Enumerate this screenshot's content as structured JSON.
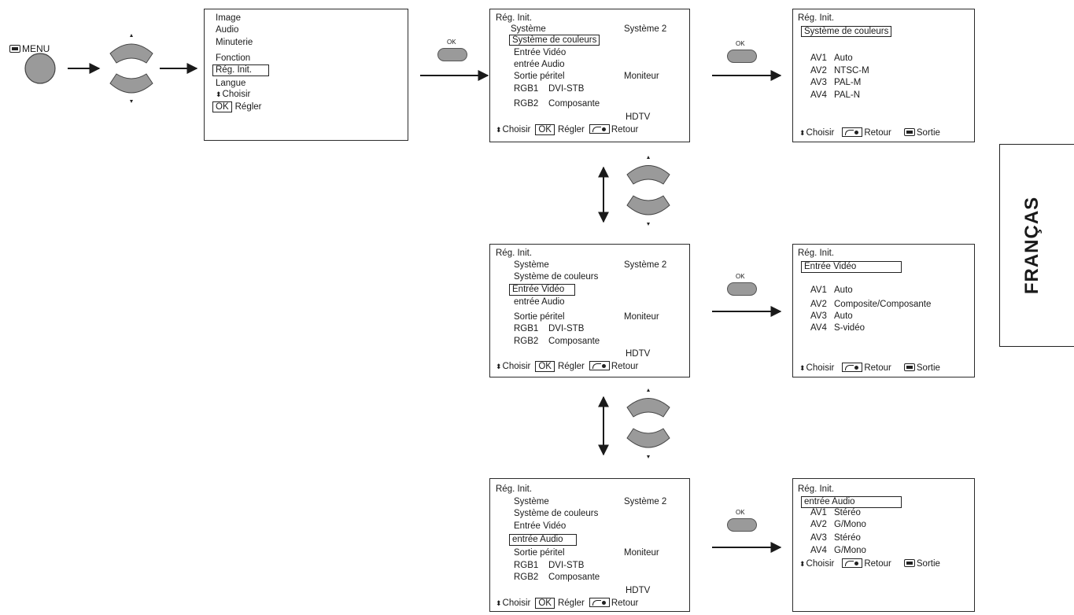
{
  "start": {
    "menu_label": "MENU",
    "icon": "menu-icon"
  },
  "ok_label": "OK",
  "main_menu": {
    "items": [
      "Image",
      "Audio",
      "Minuterie",
      "Fonction",
      "Rég. Init.",
      "Langue"
    ],
    "choose": "Choisir",
    "ok": "OK",
    "adjust": "Régler"
  },
  "init_menu": {
    "title": "Rég. Init.",
    "systeme": "Système",
    "systeme_value": "Système 2",
    "couleurs": "Système de couleurs",
    "entree_video": "Entrée Vidéo",
    "entree_audio": "entrée Audio",
    "sortie": "Sortie péritel",
    "sortie_value": "Moniteur",
    "rgb1": "RGB1",
    "rgb1_value": "DVI-STB",
    "rgb2": "RGB2",
    "rgb2_value": "Composante",
    "hdtv": "HDTV",
    "choose": "Choisir",
    "ok": "OK",
    "adjust": "Régler",
    "back": "Retour"
  },
  "sub_couleurs": {
    "title": "Rég. Init.",
    "heading": "Système de couleurs",
    "rows": [
      {
        "av": "AV1",
        "val": "Auto"
      },
      {
        "av": "AV2",
        "val": "NTSC-M"
      },
      {
        "av": "AV3",
        "val": "PAL-M"
      },
      {
        "av": "AV4",
        "val": "PAL-N"
      }
    ],
    "choose": "Choisir",
    "back": "Retour",
    "exit": "Sortie"
  },
  "sub_video": {
    "title": "Rég. Init.",
    "heading": "Entrée Vidéo",
    "rows": [
      {
        "av": "AV1",
        "val": "Auto"
      },
      {
        "av": "AV2",
        "val": "Composite/Composante"
      },
      {
        "av": "AV3",
        "val": "Auto"
      },
      {
        "av": "AV4",
        "val": "S-vidéo"
      }
    ],
    "choose": "Choisir",
    "back": "Retour",
    "exit": "Sortie"
  },
  "sub_audio": {
    "title": "Rég. Init.",
    "heading": "entrée Audio",
    "rows": [
      {
        "av": "AV1",
        "val": "Stéréo"
      },
      {
        "av": "AV2",
        "val": "G/Mono"
      },
      {
        "av": "AV3",
        "val": "Stéréo"
      },
      {
        "av": "AV4",
        "val": "G/Mono"
      }
    ],
    "choose": "Choisir",
    "back": "Retour",
    "exit": "Sortie"
  },
  "side_tab": "FRANÇAS"
}
